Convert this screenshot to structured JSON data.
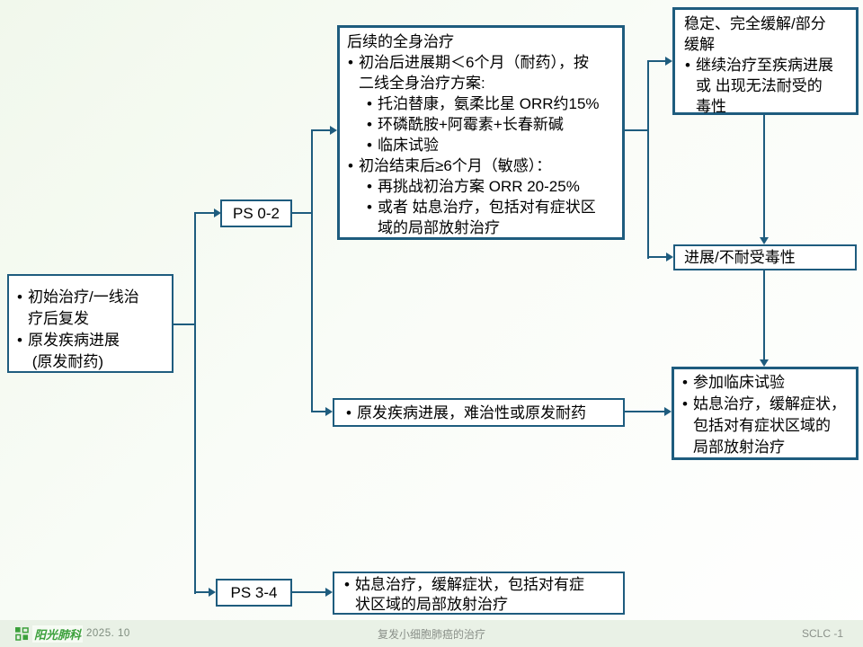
{
  "colors": {
    "line": "#1E5C7E",
    "logo_green": "#3BA03B",
    "footer_bg": "#E9F1E6"
  },
  "flowchart": {
    "entry_box": {
      "items": [
        "初始治疗/一线治\n疗后复发",
        "原发疾病进展\n (原发耐药)"
      ]
    },
    "ps02_box": {
      "label": "PS 0-2"
    },
    "ps34_box": {
      "label": "PS 3-4"
    },
    "subsequent_box": {
      "title": "后续的全身治疗",
      "items": [
        {
          "text": "初治后进展期＜6个月（耐药），按\n二线全身治疗方案:",
          "subitems": [
            "托泊替康，氨柔比星 ORR约15%",
            "环磷酰胺+阿霉素+长春新碱",
            "临床试验"
          ]
        },
        {
          "text": "初治结束后≥6个月（敏感）：",
          "subitems": [
            "再挑战初治方案 ORR 20-25%",
            "或者 姑息治疗，包括对有症状区\n域的局部放射治疗"
          ]
        }
      ]
    },
    "stable_box": {
      "title": "稳定、完全缓解/部分\n缓解",
      "items": [
        "继续治疗至疾病进展\n或 出现无法耐受的\n毒性"
      ]
    },
    "progression_box": {
      "label": "进展/不耐受毒性"
    },
    "trial_box": {
      "items": [
        "参加临床试验",
        "姑息治疗，缓解症状，\n包括对有症状区域的\n局部放射治疗"
      ]
    },
    "refractory_box": {
      "items": [
        "原发疾病进展，难治性或原发耐药"
      ]
    },
    "palliative_box": {
      "items": [
        "姑息治疗，缓解症状，包括对有症\n状区域的局部放射治疗"
      ]
    }
  },
  "footer": {
    "logo_text": "阳光肺科",
    "date": "2025. 10",
    "title": "复发小细胞肺癌的治疗",
    "page": "SCLC -1"
  }
}
